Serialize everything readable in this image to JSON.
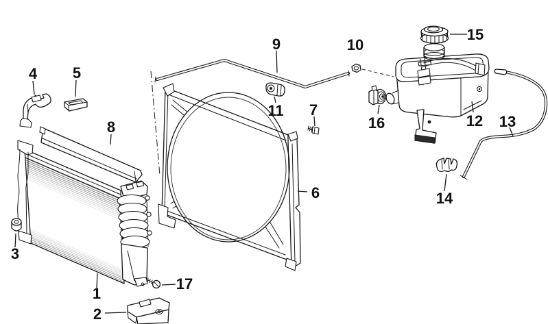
{
  "diagram": {
    "type": "exploded-parts-diagram",
    "colors": {
      "background": "#ffffff",
      "line": "#161616",
      "label": "#111111"
    },
    "callouts": [
      {
        "label": "1"
      },
      {
        "label": "2"
      },
      {
        "label": "3"
      },
      {
        "label": "4"
      },
      {
        "label": "5"
      },
      {
        "label": "6"
      },
      {
        "label": "7"
      },
      {
        "label": "8"
      },
      {
        "label": "9"
      },
      {
        "label": "10"
      },
      {
        "label": "11"
      },
      {
        "label": "12"
      },
      {
        "label": "13"
      },
      {
        "label": "14"
      },
      {
        "label": "15"
      },
      {
        "label": "16"
      },
      {
        "label": "17"
      }
    ]
  }
}
